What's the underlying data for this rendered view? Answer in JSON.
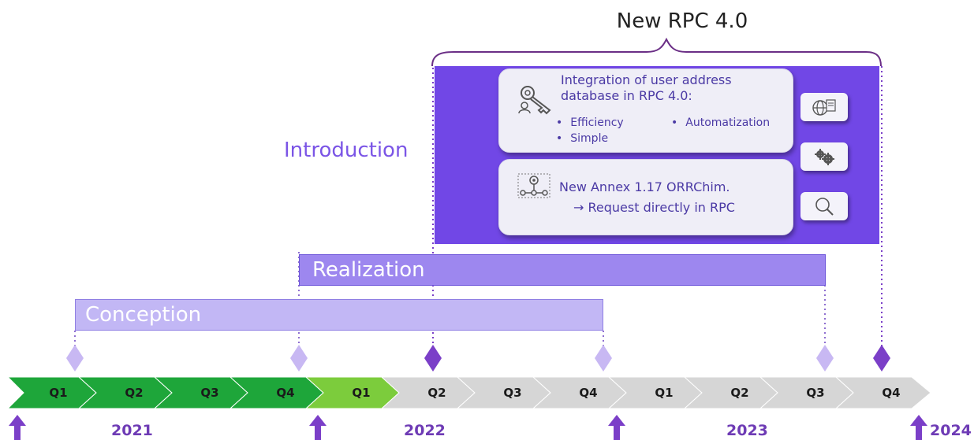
{
  "header": {
    "title": "New RPC 4.0"
  },
  "intro_label": "Introduction",
  "card1": {
    "title": "Integration of user address database in RPC 4.0:",
    "title_line1": "Integration of user address",
    "title_line2": "database in RPC 4.0:",
    "bullets": [
      "Efficiency",
      "Automatization",
      "Simple"
    ],
    "icon": "key-user-icon"
  },
  "card2": {
    "line1": "New Annex 1.17 ORRChim.",
    "line2": "→ Request directly in RPC",
    "icon": "process-gear-icon"
  },
  "side_icons": [
    "globe-document-icon",
    "gears-icon",
    "magnifier-icon"
  ],
  "phases": {
    "realization": "Realization",
    "conception": "Conception"
  },
  "timeline": {
    "quarters": [
      "Q1",
      "Q2",
      "Q3",
      "Q4",
      "Q1",
      "Q2",
      "Q3",
      "Q4",
      "Q1",
      "Q2",
      "Q3",
      "Q4"
    ],
    "years": [
      "2021",
      "2022",
      "2023",
      "2024"
    ],
    "colors": {
      "dark_green": "#1ea63a",
      "light_green": "#7ccc3c",
      "gray": "#d4d4d4",
      "purple_dark": "#7b3fc8",
      "purple_light": "#c8b8f3",
      "panel": "#7147e6"
    }
  }
}
